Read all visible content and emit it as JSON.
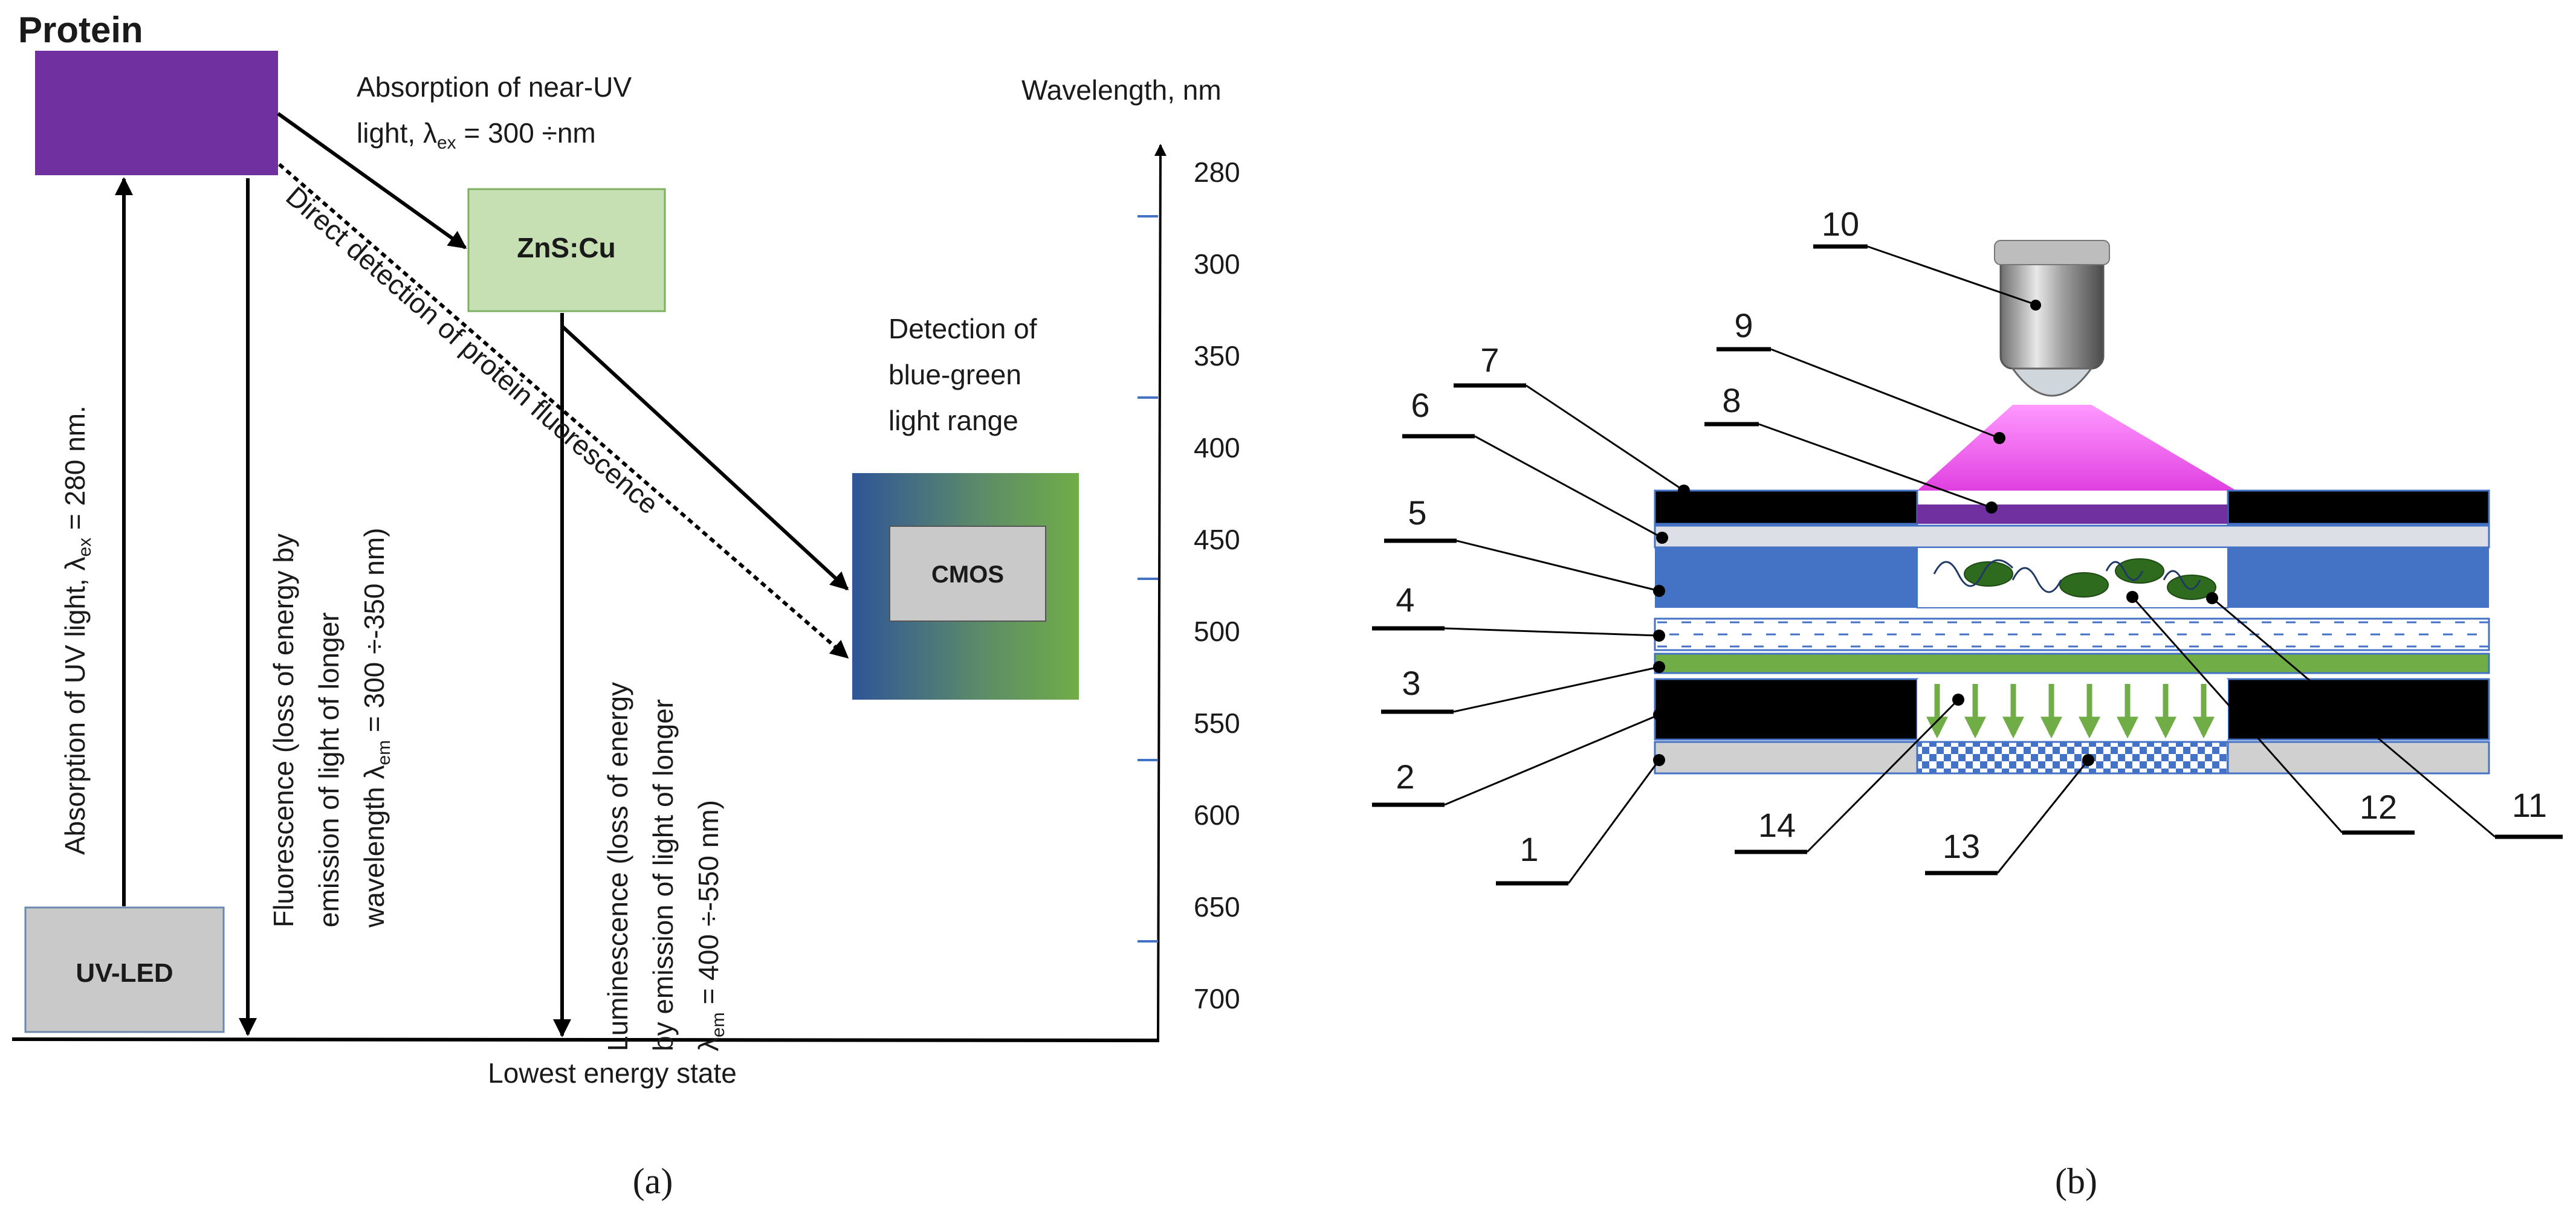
{
  "panel_a": {
    "protein_title": "Protein",
    "absorption_near_uv_line1": "Absorption  of near-UV",
    "absorption_near_uv_line2_prefix": "light, λ",
    "absorption_near_uv_sub": "ex",
    "absorption_near_uv_line2_suffix": " = 300 ÷nm",
    "zns_label": "ZnS:Cu",
    "cmos_label": "CMOS",
    "uvled_label": "UV-LED",
    "wavelength_title": "Wavelength, nm",
    "wavelength_ticks": [
      "280",
      "300",
      "350",
      "400",
      "450",
      "500",
      "550",
      "600",
      "650",
      "700"
    ],
    "detection_line1": "Detection of",
    "detection_line2": "blue-green",
    "detection_line3": "light range",
    "direct_detection": "Direct detection of protein fluorescence",
    "absorption_uv_prefix": "Absorption of UV light, λ",
    "absorption_uv_sub": "ex",
    "absorption_uv_suffix": " = 280 nm.",
    "fluor_line1": "Fluorescence (loss of energy by",
    "fluor_line2": "emission of light of longer",
    "fluor_line3_prefix": "wavelength λ",
    "fluor_line3_sub": "em",
    "fluor_line3_suffix": " = 300 ÷-350 nm)",
    "lum_line1": "Luminescence (loss of energy",
    "lum_line2": "by emission of light of longer",
    "lum_line3_prefix": "λ",
    "lum_line3_sub": "em",
    "lum_line3_suffix": " = 400 ÷-550 nm)",
    "lowest_energy": "Lowest energy state",
    "caption": "(a)"
  },
  "panel_b": {
    "labels": [
      "1",
      "2",
      "3",
      "4",
      "5",
      "6",
      "7",
      "8",
      "9",
      "10",
      "11",
      "12",
      "13",
      "14"
    ],
    "caption": "(b)"
  },
  "colors": {
    "protein": "#7030a0",
    "zns": "#c6e0b4",
    "cmos_gray": "#c9c9c9",
    "blue_layer": "#4472c4",
    "green_layer": "#70ad47",
    "magenta": "#ff66ff"
  }
}
